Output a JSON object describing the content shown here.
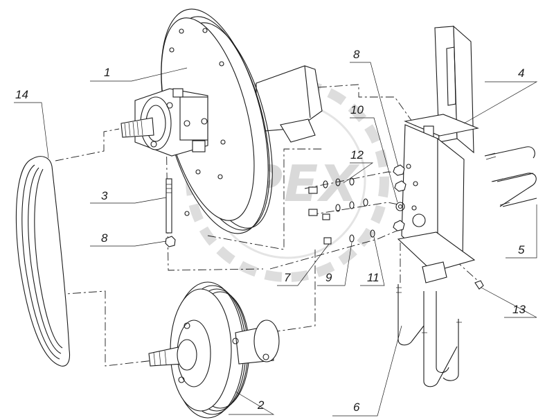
{
  "diagram": {
    "watermark": "OPEX",
    "callouts": [
      {
        "id": "c1",
        "text": "1"
      },
      {
        "id": "c2",
        "text": "2"
      },
      {
        "id": "c3",
        "text": "3"
      },
      {
        "id": "c4",
        "text": "4"
      },
      {
        "id": "c5",
        "text": "5"
      },
      {
        "id": "c6",
        "text": "6"
      },
      {
        "id": "c7",
        "text": "7"
      },
      {
        "id": "c8a",
        "text": "8"
      },
      {
        "id": "c8b",
        "text": "8"
      },
      {
        "id": "c9",
        "text": "9"
      },
      {
        "id": "c10",
        "text": "10"
      },
      {
        "id": "c11",
        "text": "11"
      },
      {
        "id": "c12",
        "text": "12"
      },
      {
        "id": "c13",
        "text": "13"
      },
      {
        "id": "c14",
        "text": "14"
      }
    ]
  }
}
